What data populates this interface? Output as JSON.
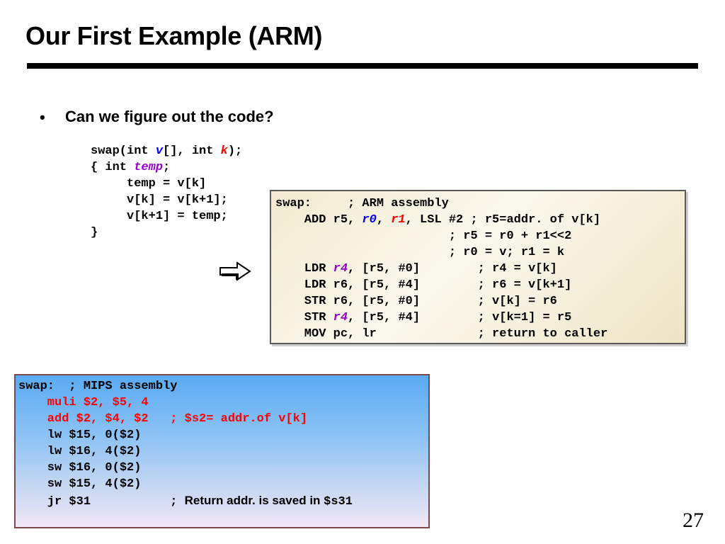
{
  "slide": {
    "title": "Our First Example (ARM)",
    "bullet_marker": "•",
    "bullet_text": "Can we figure out the code?",
    "page_number": "27"
  },
  "source_code": {
    "l1_a": "swap(int ",
    "l1_v": "v",
    "l1_b": "[], int ",
    "l1_k": "k",
    "l1_c": ");",
    "l2_a": "{ int ",
    "l2_temp": "temp",
    "l2_b": ";",
    "l3": "     temp = v[k]",
    "l4": "     v[k] = v[k+1];",
    "l5": "     v[k+1] = temp;",
    "l6": "}"
  },
  "arm": {
    "l1": "swap:     ; ARM assembly",
    "l2_a": "    ADD r5, ",
    "l2_r0": "r0",
    "l2_b": ", ",
    "l2_r1": "r1",
    "l2_c": ", LSL #2 ; r5=addr. of v[k]",
    "l3": "                        ; r5 = r0 + r1<<2",
    "l4": "                        ; r0 = v; r1 = k",
    "l5_a": "    LDR ",
    "l5_r4": "r4",
    "l5_b": ", [r5, #0]        ; r4 = v[k]",
    "l6": "    LDR r6, [r5, #4]        ; r6 = v[k+1]",
    "l7": "    STR r6, [r5, #0]        ; v[k] = r6",
    "l8_a": "    STR ",
    "l8_r4": "r4",
    "l8_b": ", [r5, #4]        ; v[k=1] = r5",
    "l9": "    MOV pc, lr              ; return to caller"
  },
  "mips": {
    "l1": "swap:  ; MIPS assembly",
    "l2": "    muli $2, $5, 4",
    "l3": "    add $2, $4, $2   ; $s2= addr.of v[k]",
    "l4": "    lw $15, 0($2)",
    "l5": "    lw $16, 4($2)",
    "l6": "    sw $16, 0($2)",
    "l7": "    sw $15, 4($2)",
    "l8_a": "    jr $31           ; ",
    "l8_note": "Return addr. is saved in ",
    "l8_reg": "$s31"
  },
  "icons": {
    "arrow": "right-arrow-icon"
  }
}
